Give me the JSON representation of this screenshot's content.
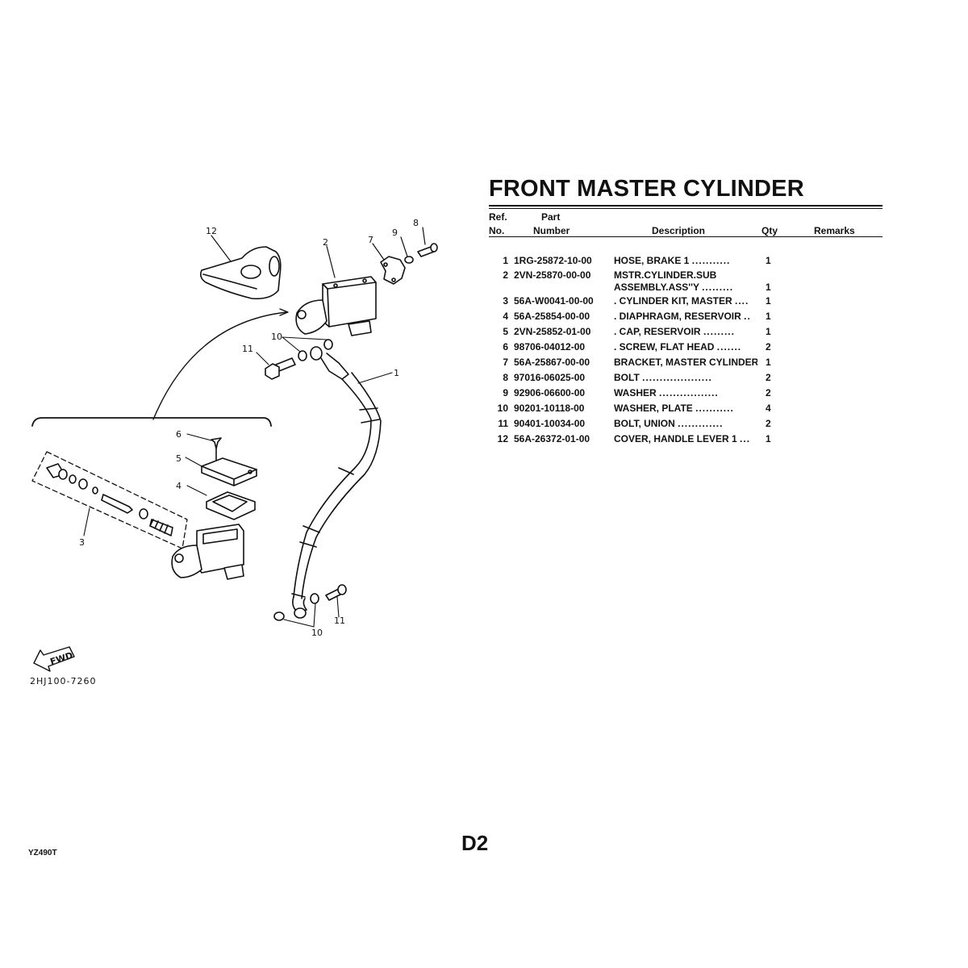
{
  "page": {
    "title": "FRONT MASTER CYLINDER",
    "page_number": "D2",
    "model_code": "YZ490T",
    "diagram_code": "2HJ100-7260",
    "fwd_label": "FWD"
  },
  "table": {
    "headers": {
      "ref_line1": "Ref.",
      "ref_line2": "No.",
      "part_line1": "Part",
      "part_line2": "Number",
      "description": "Description",
      "qty": "Qty",
      "remarks": "Remarks"
    },
    "rows": [
      {
        "ref": "1",
        "part": "1RG-25872-10-00",
        "desc": [
          "HOSE, BRAKE 1"
        ],
        "dots": "...........",
        "qty": "1",
        "remarks": ""
      },
      {
        "ref": "2",
        "part": "2VN-25870-00-00",
        "desc": [
          "MSTR.CYLINDER.SUB",
          "ASSEMBLY.ASS''Y"
        ],
        "dots": ".........",
        "qty": "1",
        "remarks": ""
      },
      {
        "ref": "3",
        "part": "56A-W0041-00-00",
        "desc": [
          ". CYLINDER KIT, MASTER"
        ],
        "dots": "....",
        "qty": "1",
        "remarks": ""
      },
      {
        "ref": "4",
        "part": "56A-25854-00-00",
        "desc": [
          ". DIAPHRAGM, RESERVOIR"
        ],
        "dots": "..",
        "qty": "1",
        "remarks": ""
      },
      {
        "ref": "5",
        "part": "2VN-25852-01-00",
        "desc": [
          ". CAP, RESERVOIR"
        ],
        "dots": ".........",
        "qty": "1",
        "remarks": ""
      },
      {
        "ref": "6",
        "part": "98706-04012-00",
        "desc": [
          ". SCREW, FLAT HEAD"
        ],
        "dots": ".......",
        "qty": "2",
        "remarks": ""
      },
      {
        "ref": "7",
        "part": "56A-25867-00-00",
        "desc": [
          "BRACKET, MASTER CYLINDER"
        ],
        "dots": "",
        "qty": "1",
        "remarks": ""
      },
      {
        "ref": "8",
        "part": "97016-06025-00",
        "desc": [
          "BOLT"
        ],
        "dots": "....................",
        "qty": "2",
        "remarks": ""
      },
      {
        "ref": "9",
        "part": "92906-06600-00",
        "desc": [
          "WASHER"
        ],
        "dots": ".................",
        "qty": "2",
        "remarks": ""
      },
      {
        "ref": "10",
        "part": "90201-10118-00",
        "desc": [
          "WASHER, PLATE"
        ],
        "dots": "...........",
        "qty": "4",
        "remarks": ""
      },
      {
        "ref": "11",
        "part": "90401-10034-00",
        "desc": [
          "BOLT, UNION"
        ],
        "dots": ".............",
        "qty": "2",
        "remarks": ""
      },
      {
        "ref": "12",
        "part": "56A-26372-01-00",
        "desc": [
          "COVER, HANDLE LEVER 1"
        ],
        "dots": "...",
        "qty": "1",
        "remarks": ""
      }
    ]
  },
  "diagram": {
    "callouts": [
      "1",
      "2",
      "3",
      "4",
      "5",
      "6",
      "7",
      "8",
      "9",
      "10",
      "10",
      "11",
      "11",
      "12"
    ]
  }
}
